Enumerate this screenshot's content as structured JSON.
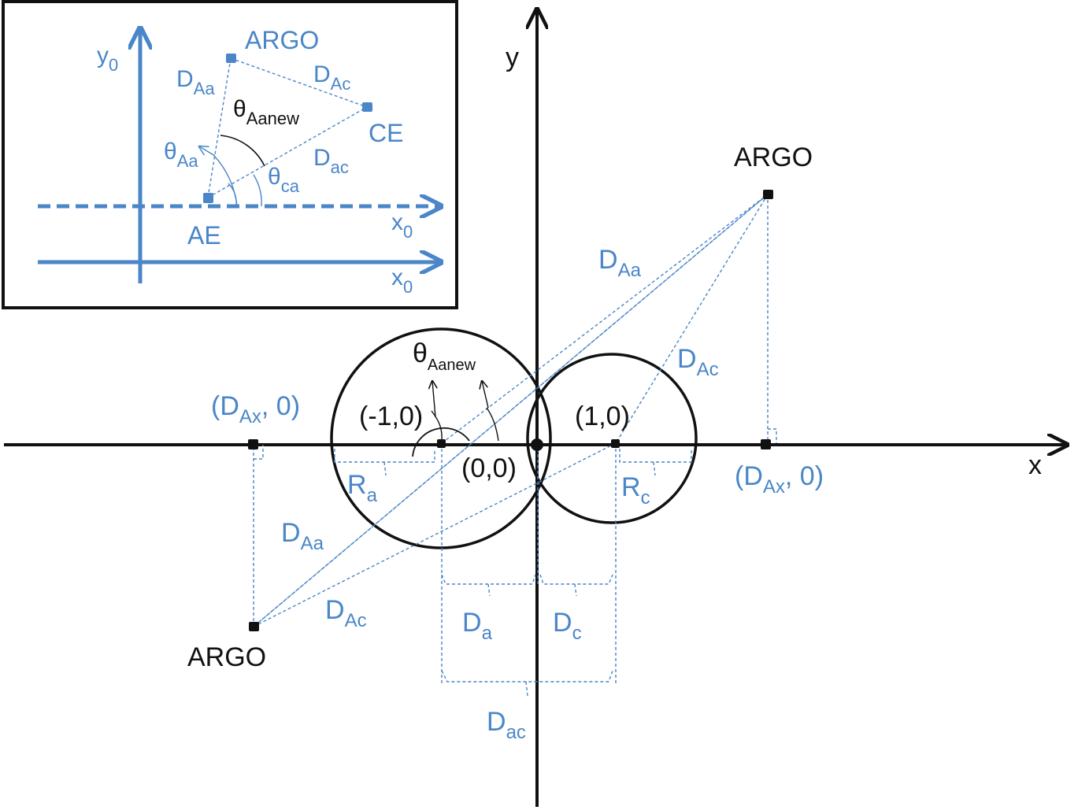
{
  "colors": {
    "accent": "#4a86c8",
    "ink": "#111111",
    "background": "#ffffff"
  },
  "main": {
    "axis_x": "x",
    "axis_y": "y",
    "argo_top": "ARGO",
    "argo_bottom": "ARGO",
    "origin": "(0,0)",
    "point_left": "(-1,0)",
    "point_right": "(1,0)",
    "dax_left": {
      "base": "(D",
      "sub": "Ax",
      "tail": ", 0)"
    },
    "dax_right": {
      "base": "(D",
      "sub": "Ax",
      "tail": ", 0)"
    },
    "theta": {
      "base": "θ",
      "sub": "Aanew"
    },
    "daa_top": {
      "base": "D",
      "sub": "Aa"
    },
    "dac_top": {
      "base": "D",
      "sub": "Ac"
    },
    "daa_bottom": {
      "base": "D",
      "sub": "Aa"
    },
    "dac_bottom": {
      "base": "D",
      "sub": "Ac"
    },
    "ra": {
      "base": "R",
      "sub": "a"
    },
    "rc": {
      "base": "R",
      "sub": "c"
    },
    "da": {
      "base": "D",
      "sub": "a"
    },
    "dc": {
      "base": "D",
      "sub": "c"
    },
    "dac": {
      "base": "D",
      "sub": "ac"
    }
  },
  "inset": {
    "y0": {
      "base": "y",
      "sub": "0"
    },
    "x0_upper": {
      "base": "x",
      "sub": "0"
    },
    "x0_lower": {
      "base": "x",
      "sub": "0"
    },
    "argo": "ARGO",
    "ce": "CE",
    "ae": "AE",
    "daa": {
      "base": "D",
      "sub": "Aa"
    },
    "dac_upper": {
      "base": "D",
      "sub": "Ac"
    },
    "dac_lower": {
      "base": "D",
      "sub": "ac"
    },
    "theta_aanew": {
      "base": "θ",
      "sub": "Aanew"
    },
    "theta_aa": {
      "base": "θ",
      "sub": "Aa"
    },
    "theta_ca": {
      "base": "θ",
      "sub": "ca"
    }
  }
}
